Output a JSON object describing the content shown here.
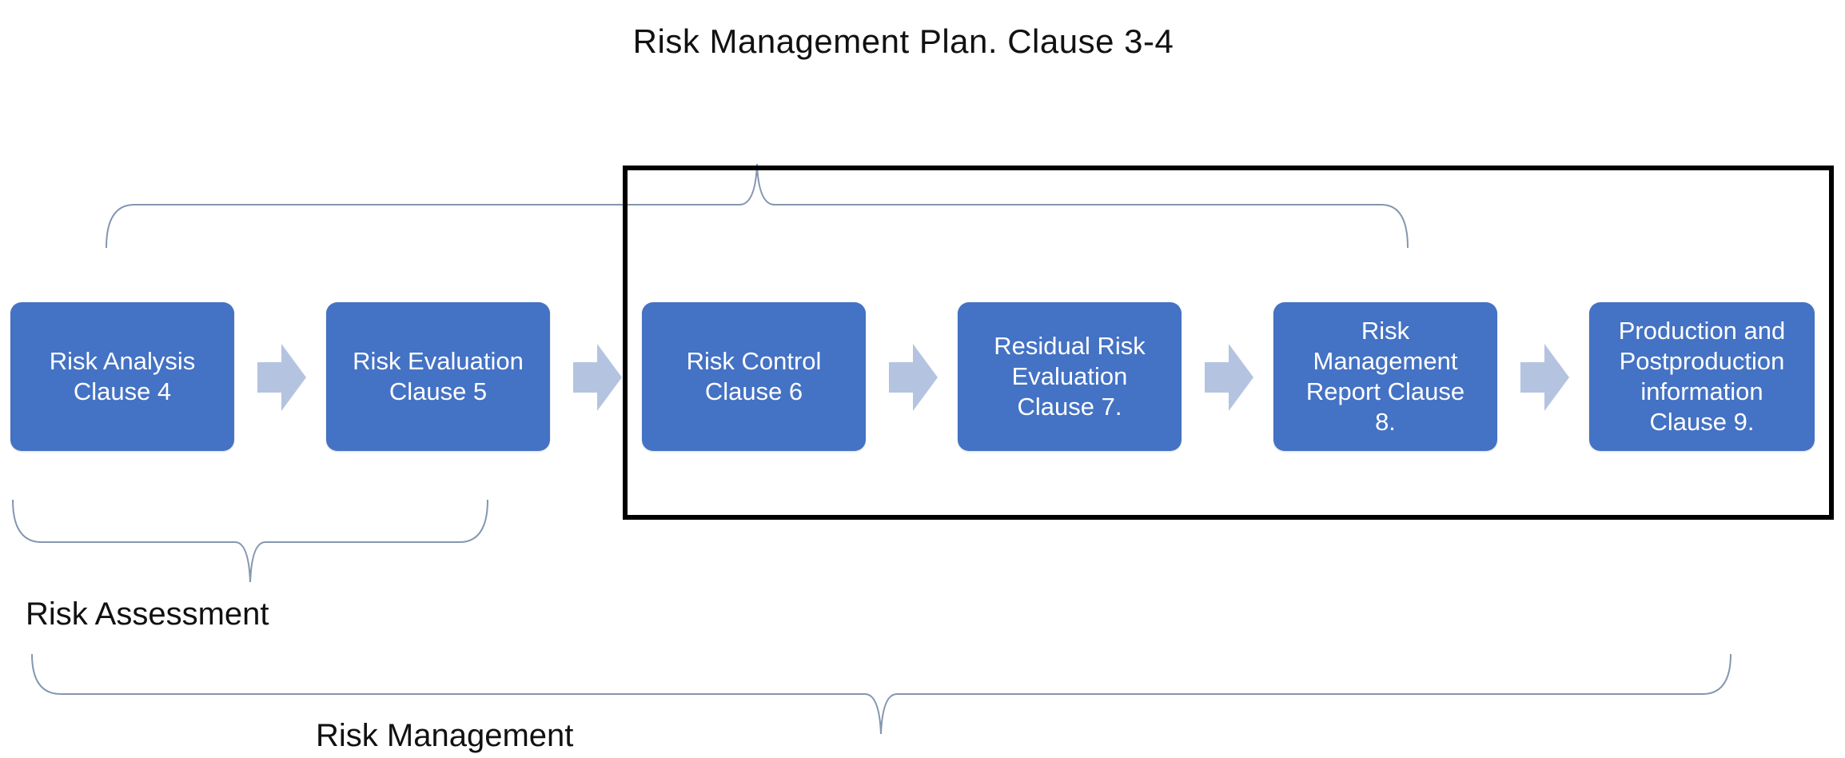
{
  "title": "Risk Management Plan. Clause 3-4",
  "steps": [
    {
      "text": "Risk Analysis\nClause 4"
    },
    {
      "text": "Risk Evaluation\nClause 5"
    },
    {
      "text": "Risk Control\nClause 6"
    },
    {
      "text": "Residual Risk\nEvaluation\nClause 7."
    },
    {
      "text": "Risk\nManagement\nReport Clause\n8."
    },
    {
      "text": "Production and\nPostproduction\ninformation\nClause 9."
    }
  ],
  "labels": {
    "assessment": "Risk Assessment",
    "management": "Risk Management"
  },
  "colors": {
    "box_fill": "#4472c4",
    "box_text": "#ffffff",
    "arrow_fill": "#b4c4e0",
    "brace_stroke": "#8497b0",
    "highlight_border": "#000000"
  }
}
